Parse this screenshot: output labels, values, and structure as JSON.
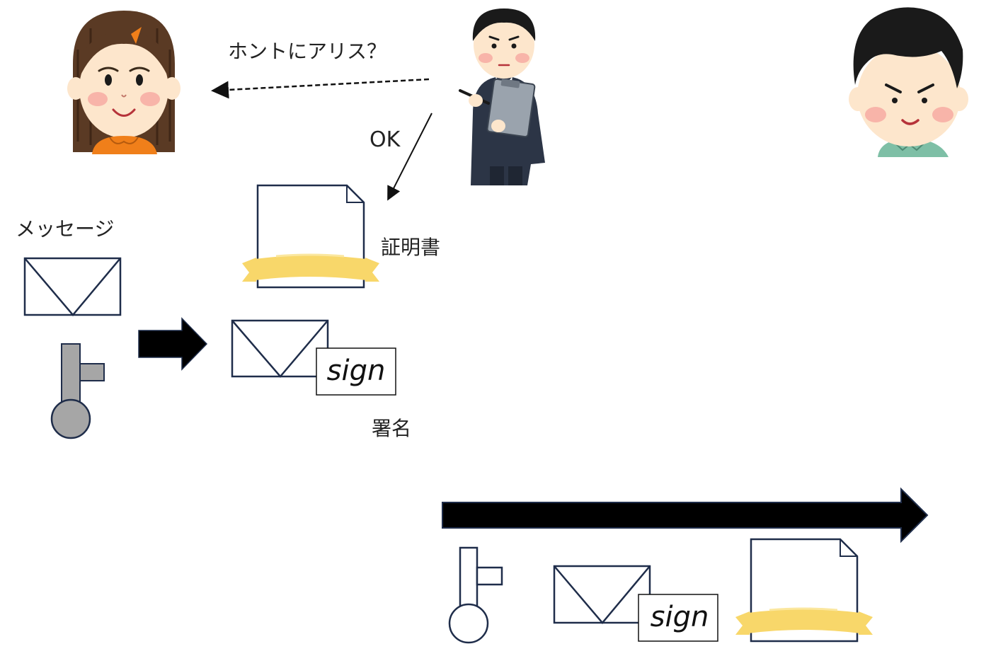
{
  "labels": {
    "question": "ホントにアリス？",
    "ok": "OK",
    "message": "メッセージ",
    "certificate": "証明書",
    "signature": "署名",
    "sign_1": "sign",
    "sign_2": "sign"
  },
  "colors": {
    "navy": "#1f2d4a",
    "ribbon": "#f8d76a",
    "ribbon_shadow": "#e9c24e",
    "key_gray": "#a6a6a6",
    "alice_hair": "#5a3a24",
    "alice_shirt": "#f07f1a",
    "skin": "#fde6cc",
    "bob_shirt": "#7ebfa6",
    "suit": "#2c3546"
  }
}
